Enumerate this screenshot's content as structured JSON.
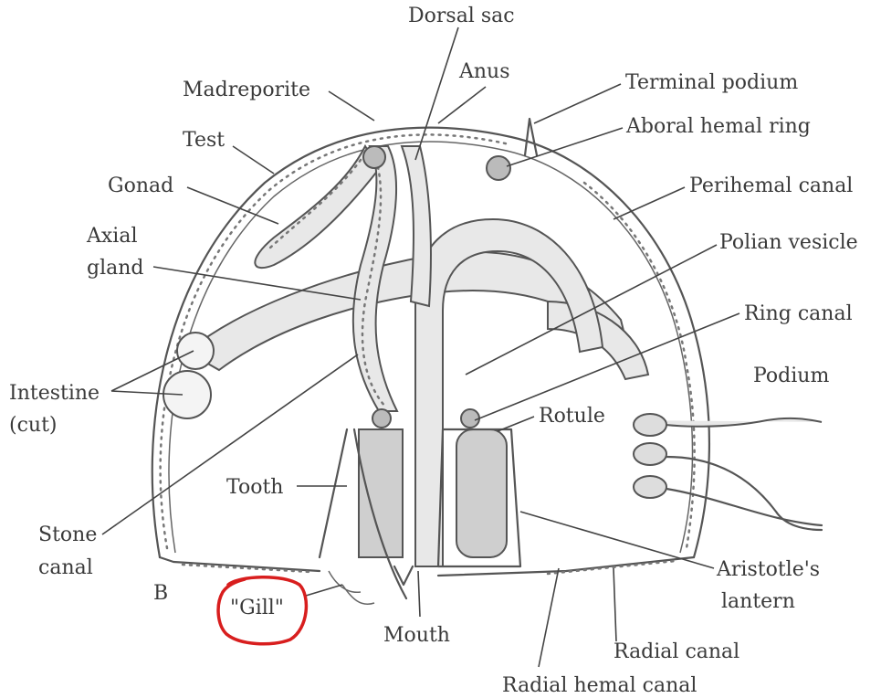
{
  "figure": {
    "panel_letter": "B",
    "highlight_color": "#d81e1e"
  },
  "labels": {
    "dorsal_sac": "Dorsal sac",
    "anus": "Anus",
    "madreporite": "Madreporite",
    "terminal_podium": "Terminal podium",
    "test": "Test",
    "aboral_hemal_ring": "Aboral hemal ring",
    "gonad": "Gonad",
    "perihemal_canal": "Perihemal canal",
    "axial_gland_line1": "Axial",
    "axial_gland_line2": "gland",
    "polian_vesicle": "Polian vesicle",
    "ring_canal": "Ring canal",
    "intestine_line1": "Intestine",
    "intestine_line2": "(cut)",
    "podium": "Podium",
    "rotule": "Rotule",
    "tooth": "Tooth",
    "stone_canal_line1": "Stone",
    "stone_canal_line2": "canal",
    "gill": "\"Gill\"",
    "mouth": "Mouth",
    "aristotles_lantern_line1": "Aristotle's",
    "aristotles_lantern_line2": "lantern",
    "radial_canal": "Radial canal",
    "radial_hemal_canal": "Radial hemal canal"
  }
}
